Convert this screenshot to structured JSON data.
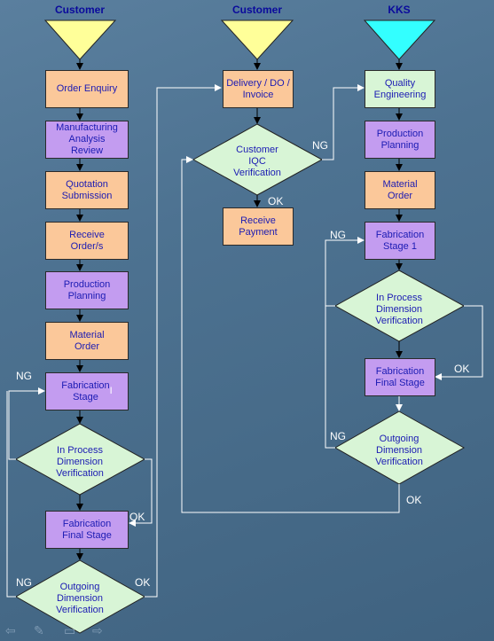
{
  "headers": {
    "left": "Customer",
    "middle": "Customer",
    "right": "KKS"
  },
  "left_column": {
    "order_enquiry": "Order Enquiry",
    "manufacturing_review": "Manufacturing\nAnalysis\nReview",
    "quotation": "Quotation\nSubmission",
    "receive_orders": "Receive\nOrder/s",
    "production_planning": "Production\nPlanning",
    "material_order": "Material\nOrder",
    "fabrication_stage": "Fabrication\nStage",
    "fabrication_stage_num": " I",
    "in_process_verification": "In Process\nDimension\nVerification",
    "fabrication_final": "Fabrication\nFinal Stage",
    "outgoing_verification": "Outgoing\nDimension\nVerification"
  },
  "middle_column": {
    "delivery": "Delivery / DO /\nInvoice",
    "iqc_verification": "Customer\nIQC\nVerification",
    "receive_payment": "Receive\nPayment"
  },
  "right_column": {
    "quality_engineering": "Quality\nEngineering",
    "production_planning": "Production\nPlanning",
    "material_order": "Material\nOrder",
    "fabrication_stage1": "Fabrication\nStage 1",
    "in_process_verification": "In Process\nDimension\nVerification",
    "fabrication_final": "Fabrication\nFinal Stage",
    "outgoing_verification": "Outgoing\nDimension\nVerification"
  },
  "labels": {
    "left_ng_fab": "NG",
    "left_ok_final": "OK",
    "left_ng_outgoing": "NG",
    "left_ok_outgoing": "OK",
    "middle_ng": "NG",
    "middle_ok": "OK",
    "right_ng_fab": "NG",
    "right_ok_final": "OK",
    "right_ng_outgoing": "NG",
    "right_ok_outgoing": "OK"
  },
  "nav_icons": [
    "back-arrow-icon",
    "pen-icon",
    "menu-icon",
    "forward-arrow-icon"
  ],
  "colors": {
    "process_orange": "#fbc89a",
    "process_purple": "#c39cf0",
    "decision_green": "#d8f5d6",
    "start_triangle_yellow": "#ffff99",
    "start_triangle_cyan": "#33ffff",
    "text_blue": "#1b1bb3",
    "header_blue": "#0a0a9c"
  }
}
